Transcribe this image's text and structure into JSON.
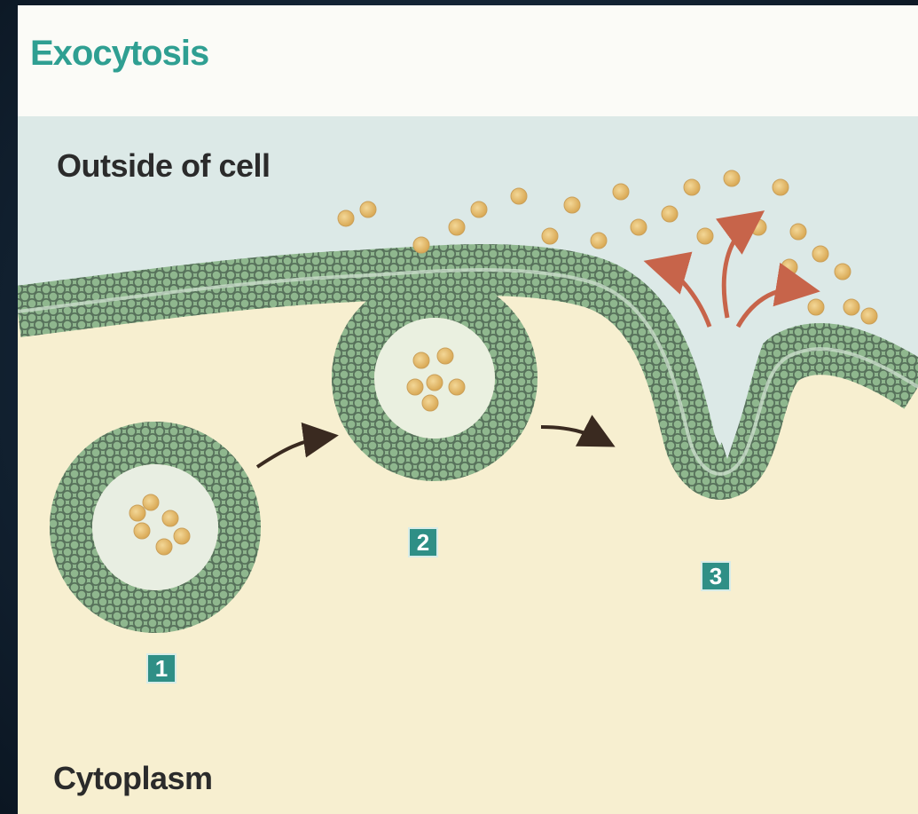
{
  "title": "Exocytosis",
  "labels": {
    "outside": "Outside of cell",
    "inside": "Cytoplasm"
  },
  "steps": [
    {
      "number": "1"
    },
    {
      "number": "2"
    },
    {
      "number": "3"
    }
  ],
  "colors": {
    "title": "#2f9f92",
    "text": "#2b2b2b",
    "extracellular": "#dce9e7",
    "cytoplasm": "#f7efd0",
    "header_bg": "#fbfbf7",
    "membrane_green": "#8fb78e",
    "membrane_gray": "#8c9a8e",
    "cargo": "#e3b86a",
    "arrow_dark": "#3a2a20",
    "arrow_red": "#c7644a",
    "badge": "#2f8f86"
  }
}
